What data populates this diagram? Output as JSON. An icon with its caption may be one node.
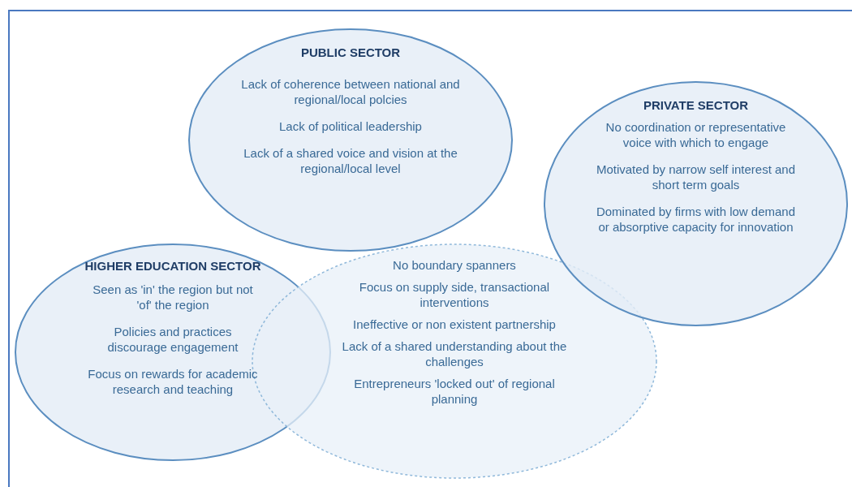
{
  "diagram": {
    "nodes": [
      {
        "text": [
          "PUBLIC SECTOR",
          "Lack of coherence between national and regional/local polcies",
          "Lack of political leadership",
          "Lack of a shared voice and vision at the regional/local level"
        ]
      },
      {
        "text": [
          "PRIVATE SECTOR",
          "No coordination or representative voice with which to engage",
          "Motivated by narrow self interest and short term goals",
          "Dominated by firms with low demand or absorptive capacity for innovation"
        ]
      },
      {
        "text": [
          "HIGHER EDUCATION SECTOR",
          "Seen as 'in' the region but not 'of' the region",
          "Policies and practices discourage engagement",
          "Focus on rewards for academic research and teaching"
        ]
      },
      {
        "text": [
          "No boundary spanners",
          "Focus on supply side, transactional interventions",
          "Ineffective or non existent partnership",
          "Lack of a shared understanding about the challenges",
          "Entrepreneurs 'locked out' of regional planning"
        ]
      }
    ],
    "edges": []
  }
}
